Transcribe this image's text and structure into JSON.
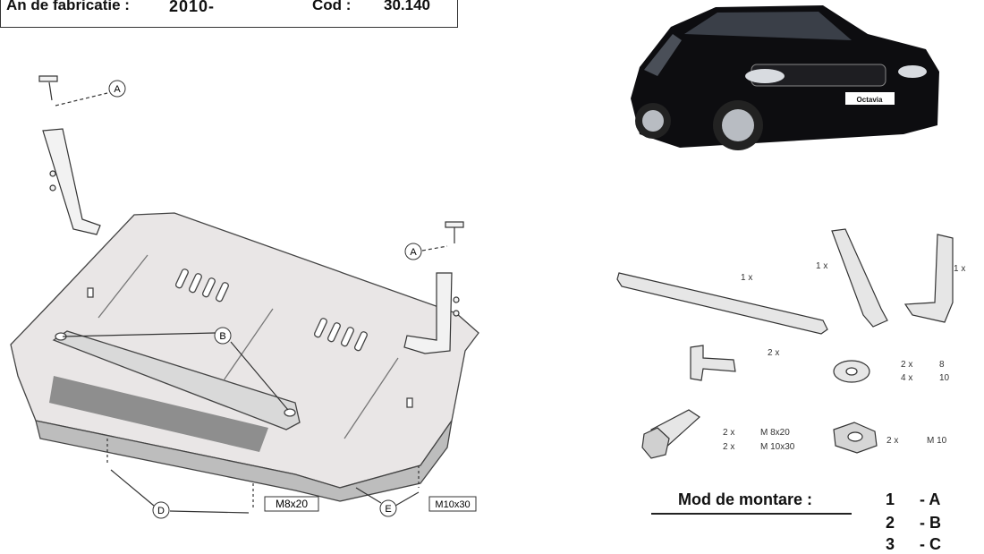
{
  "header": {
    "year_label": "An de fabricatie :",
    "year_value": "2010-",
    "code_label": "Cod :",
    "code_value": "30.140"
  },
  "car": {
    "badge_text": "Octavia",
    "body_color": "#0d0d10"
  },
  "diagram": {
    "callout_a": "A",
    "callout_b": "B",
    "callout_d": "D",
    "callout_e": "E",
    "bolt_label_left": "M8x20",
    "bolt_label_right": "M10x30"
  },
  "parts": {
    "rail_qty": "1 x",
    "bracket_left_qty": "1 x",
    "bracket_right_qty": "1 x",
    "clip_qty": "2 x",
    "washer_qty_1": "2 x",
    "washer_qty_2": "4 x",
    "washer_size_1": "8",
    "washer_size_2": "10",
    "bolt_qty_1": "2 x",
    "bolt_qty_2": "2 x",
    "bolt_size_1": "M 8x20",
    "bolt_size_2": "M 10x30",
    "nut_qty": "2 x",
    "nut_size": "M 10"
  },
  "mounting": {
    "title": "Mod de montare :",
    "rows": [
      {
        "num": "1",
        "letter": "- A"
      },
      {
        "num": "2",
        "letter": "- B"
      },
      {
        "num": "3",
        "letter": "- C"
      }
    ]
  }
}
